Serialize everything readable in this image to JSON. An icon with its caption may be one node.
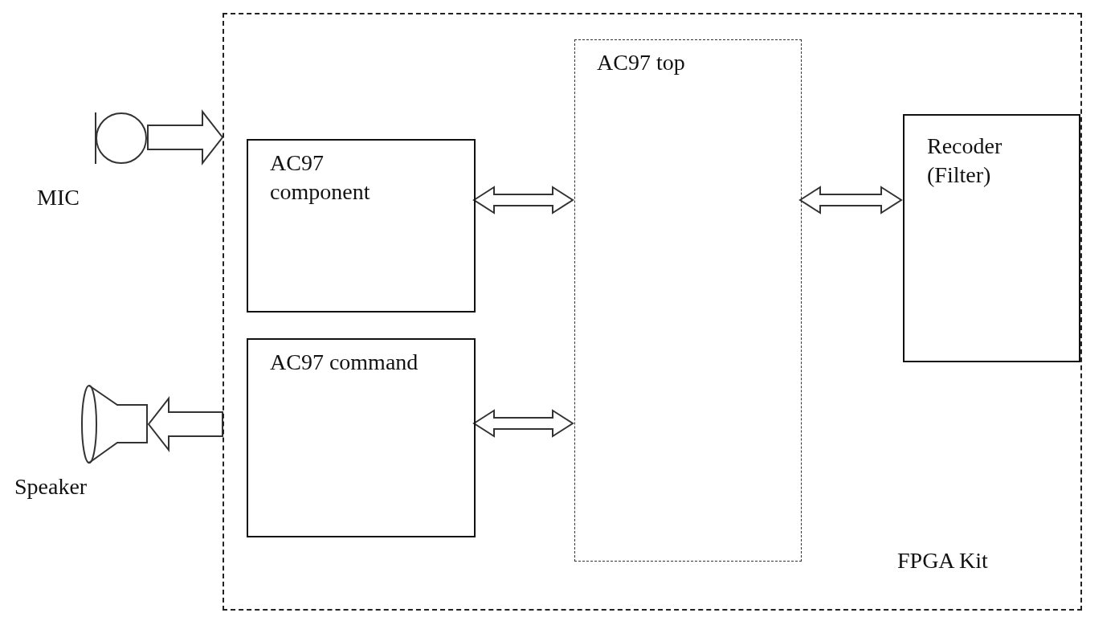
{
  "diagram": {
    "nodes": [
      {
        "text": [
          "FPGA Kit"
        ]
      },
      {
        "text": [
          "AC97 component"
        ],
        "in": 0
      },
      {
        "text": [
          "AC97 command"
        ],
        "in": 0
      },
      {
        "text": [
          "AC97 top"
        ],
        "in": 0
      },
      {
        "text": [
          "Recoder (Filter)"
        ],
        "in": 0
      },
      {
        "text": [],
        "shape": "circle",
        "beside": [
          "MIC"
        ]
      },
      {
        "text": [],
        "shape": "picture",
        "beside": [
          "Speaker"
        ]
      }
    ],
    "edges": [
      {
        "from": 5,
        "to": 0,
        "arrow": "to"
      },
      {
        "from": 0,
        "to": 6,
        "arrow": "to"
      },
      {
        "from": 1,
        "to": 3,
        "arrow": "both"
      },
      {
        "from": 2,
        "to": 3,
        "arrow": "both"
      },
      {
        "from": 3,
        "to": 4,
        "arrow": "both"
      }
    ]
  }
}
